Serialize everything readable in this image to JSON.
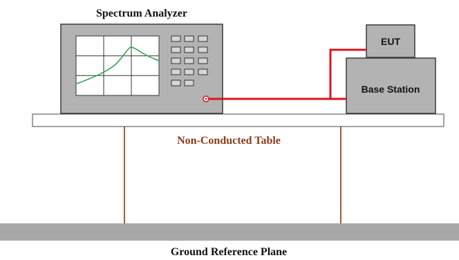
{
  "labels": {
    "spectrum_analyzer": "Spectrum Analyzer",
    "eut": "EUT",
    "base_station": "Base Station",
    "table": "Non-Conducted Table",
    "ground": "Ground Reference Plane"
  },
  "colors": {
    "equipment_fill": "#b3b3b3",
    "equipment_stroke": "#4d4d4d",
    "screen_fill": "#ffffff",
    "trace": "#2e9e48",
    "cable": "#d9161c",
    "table_text": "#8b3a1a",
    "table_leg": "#a85a3a",
    "ground_fill": "#a8a8a8"
  },
  "icons": [
    "spectrum-trace",
    "analyzer-keypad-buttons",
    "rf-connector-port"
  ]
}
